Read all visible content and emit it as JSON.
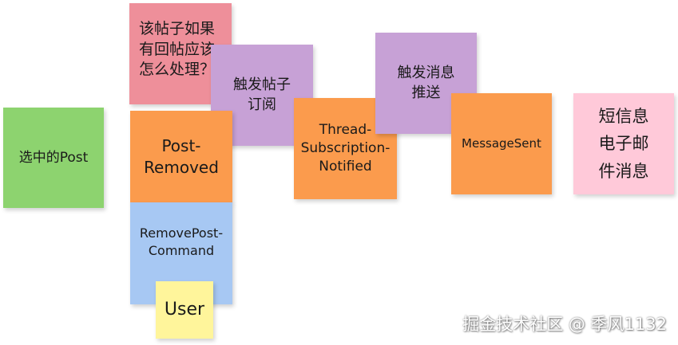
{
  "notes": {
    "selected_post": {
      "text": "选中的Post",
      "color": "#8dd36f"
    },
    "question": {
      "lines": [
        "该帖子如果",
        "有回帖应该",
        "怎么处理？"
      ],
      "color": "#ee8f9a"
    },
    "trigger_subscribe": {
      "lines": [
        "触发帖子",
        "订阅"
      ],
      "color": "#c7a1d6"
    },
    "post_removed": {
      "lines": [
        "Post-",
        "Removed"
      ],
      "color": "#fb9b4d"
    },
    "remove_post_command": {
      "lines": [
        "RemovePost-",
        "Command"
      ],
      "color": "#a7c8f3"
    },
    "user": {
      "text": "User",
      "color": "#fff59b"
    },
    "thread_subscription_notified": {
      "lines": [
        "Thread-",
        "Subscription-",
        "Notified"
      ],
      "color": "#fb9b4d"
    },
    "trigger_message_push": {
      "lines": [
        "触发消息",
        "推送"
      ],
      "color": "#c7a1d6"
    },
    "message_sent": {
      "text": "MessageSent",
      "color": "#fb9b4d"
    },
    "channels": {
      "lines": [
        "短信息",
        "电子邮",
        "件消息"
      ],
      "color": "#ffc9d9"
    }
  },
  "watermark": "掘金技术社区 @ 季风1132"
}
